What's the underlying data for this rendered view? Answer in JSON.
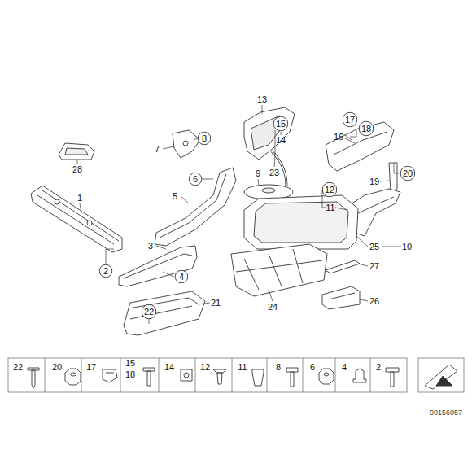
{
  "diagram": {
    "nodes": [
      {
        "text": [
          "17"
        ]
      },
      {
        "text": [
          "15"
        ]
      },
      {
        "text": [
          "18"
        ]
      },
      {
        "text": [
          "8"
        ]
      },
      {
        "text": [
          "20"
        ]
      },
      {
        "text": [
          "6"
        ]
      },
      {
        "text": [
          "12"
        ]
      },
      {
        "text": [
          "2"
        ]
      },
      {
        "text": [
          "4"
        ]
      },
      {
        "text": [
          "22"
        ]
      }
    ],
    "labels": [
      "13",
      "16",
      "14",
      "7",
      "28",
      "23",
      "9",
      "19",
      "1",
      "5",
      "11",
      "25",
      "10",
      "3",
      "27",
      "24",
      "26",
      "21",
      "22",
      "20",
      "17",
      "15",
      "18",
      "14",
      "12",
      "11",
      "8",
      "6",
      "4",
      "2",
      "00156057"
    ]
  }
}
